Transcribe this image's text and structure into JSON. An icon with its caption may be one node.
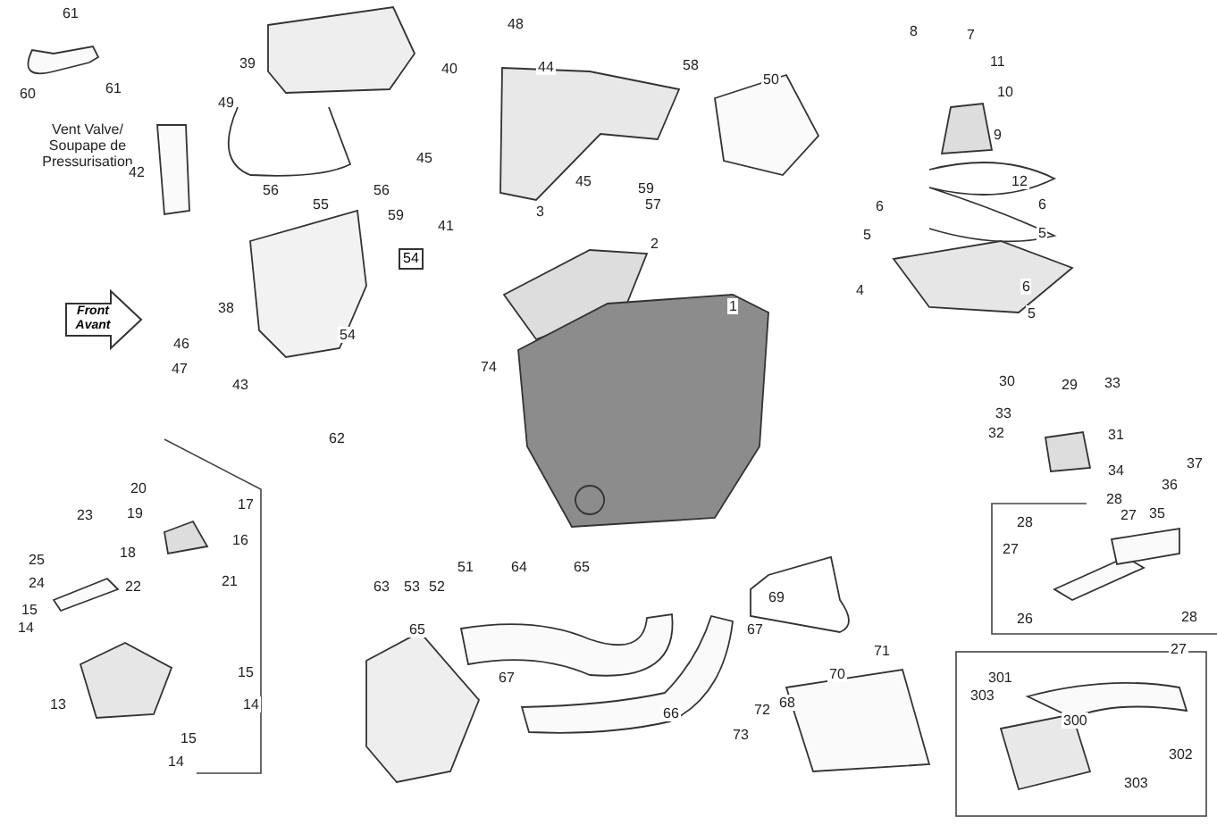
{
  "diagram": {
    "nodes": [
      {
        "text": [
          "Front Avant"
        ]
      },
      {
        "text": [
          "54"
        ]
      }
    ],
    "labels": [
      "61",
      "61",
      "60",
      "Vent Valve/ Soupape de Pressurisation",
      "39",
      "48",
      "40",
      "44",
      "58",
      "50",
      "49",
      "42",
      "45",
      "45",
      "59",
      "57",
      "56",
      "55",
      "56",
      "59",
      "41",
      "3",
      "2",
      "38",
      "54",
      "46",
      "47",
      "43",
      "62",
      "1",
      "74",
      "8",
      "7",
      "11",
      "10",
      "9",
      "12",
      "6",
      "6",
      "5",
      "5",
      "4",
      "6",
      "5",
      "30",
      "29",
      "33",
      "33",
      "32",
      "31",
      "34",
      "28",
      "27",
      "35",
      "36",
      "37",
      "28",
      "27",
      "26",
      "28",
      "27",
      "301",
      "303",
      "300",
      "302",
      "303",
      "71",
      "70",
      "69",
      "68",
      "72",
      "73",
      "67",
      "66",
      "67",
      "51",
      "64",
      "65",
      "63",
      "53",
      "52",
      "65",
      "20",
      "17",
      "19",
      "16",
      "23",
      "18",
      "25",
      "24",
      "22",
      "21",
      "15",
      "14",
      "15",
      "13",
      "14",
      "15",
      "14"
    ]
  }
}
